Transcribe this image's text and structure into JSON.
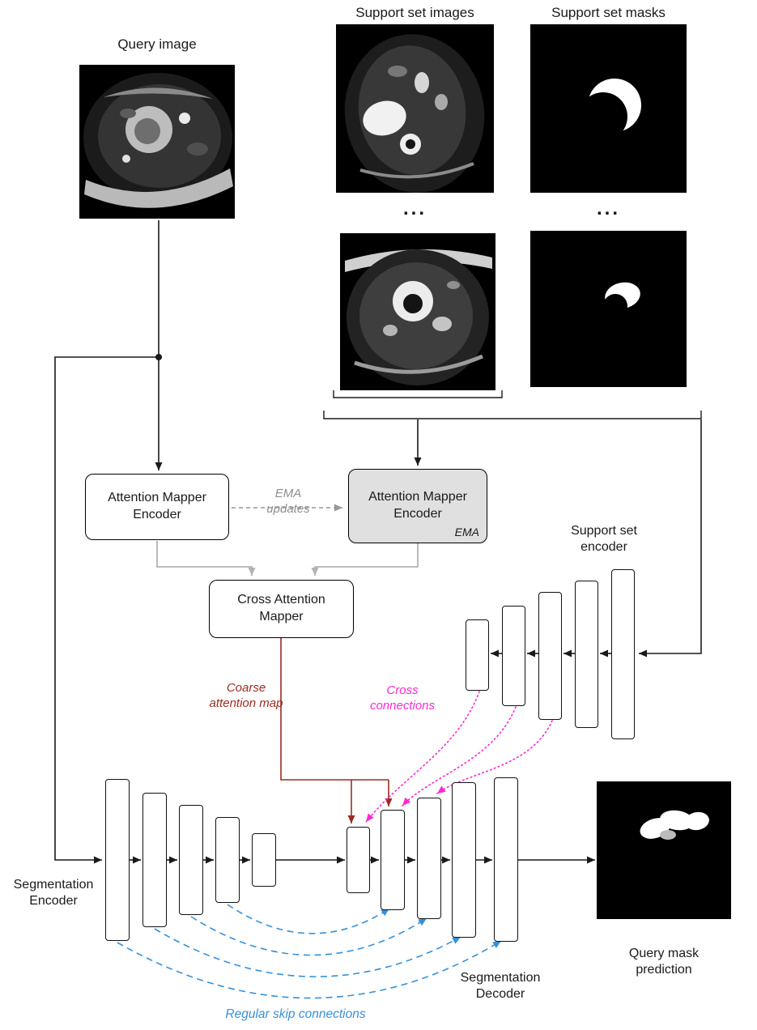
{
  "diagram": {
    "query_image_label": "Query image",
    "support_images_label": "Support set images",
    "support_masks_label": "Support set masks",
    "images_ellipsis": "...",
    "masks_ellipsis": "...",
    "attention_mapper_encoder_label": "Attention Mapper Encoder",
    "attention_mapper_encoder_ema_label": "Attention Mapper Encoder",
    "ema_tag": "EMA",
    "ema_updates_label": "EMA updates",
    "cross_attention_mapper_label": "Cross Attention Mapper",
    "support_set_encoder_label": "Support set encoder",
    "coarse_attention_map_label": "Coarse attention map",
    "cross_connections_label": "Cross connections",
    "segmentation_encoder_label": "Segmentation Encoder",
    "segmentation_decoder_label": "Segmentation Decoder",
    "skip_connections_label": "Regular skip connections",
    "query_mask_prediction_label": "Query mask prediction"
  },
  "colors": {
    "ink": "#1a1a1a",
    "coarse_attention": "#9c2b21",
    "cross_connection": "#ff28d2",
    "skip_connection": "#3690d8",
    "connector_gray": "#b3b3b3",
    "ema_arrow_gray": "#979797",
    "ema_box_fill": "#e0e0e0"
  }
}
